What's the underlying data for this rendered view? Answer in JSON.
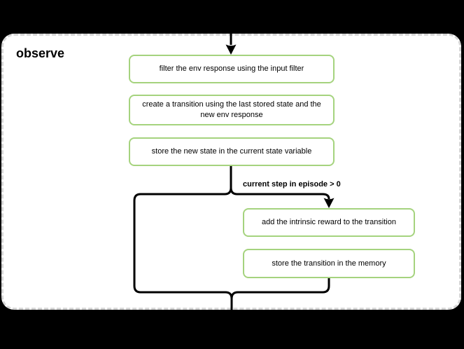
{
  "diagram": {
    "title": "observe",
    "nodes": [
      {
        "id": "filter-env-response",
        "label": "filter the env response using the input filter"
      },
      {
        "id": "create-transition",
        "label": "create a transition using the last stored state and the\nnew env response"
      },
      {
        "id": "store-new-state",
        "label": "store the new state in the current state variable"
      },
      {
        "id": "add-intrinsic-reward",
        "label": "add the intrinsic reward to the transition"
      },
      {
        "id": "store-transition",
        "label": "store the transition in the memory"
      }
    ],
    "branch_label": "current step in episode > 0",
    "colors": {
      "background": "#000000",
      "panel_fill": "#ffffff",
      "panel_border": "#d6d6d6",
      "node_border": "#a5d37e",
      "node_fill": "#ffffff",
      "connector": "#000000",
      "text": "#000000"
    }
  }
}
